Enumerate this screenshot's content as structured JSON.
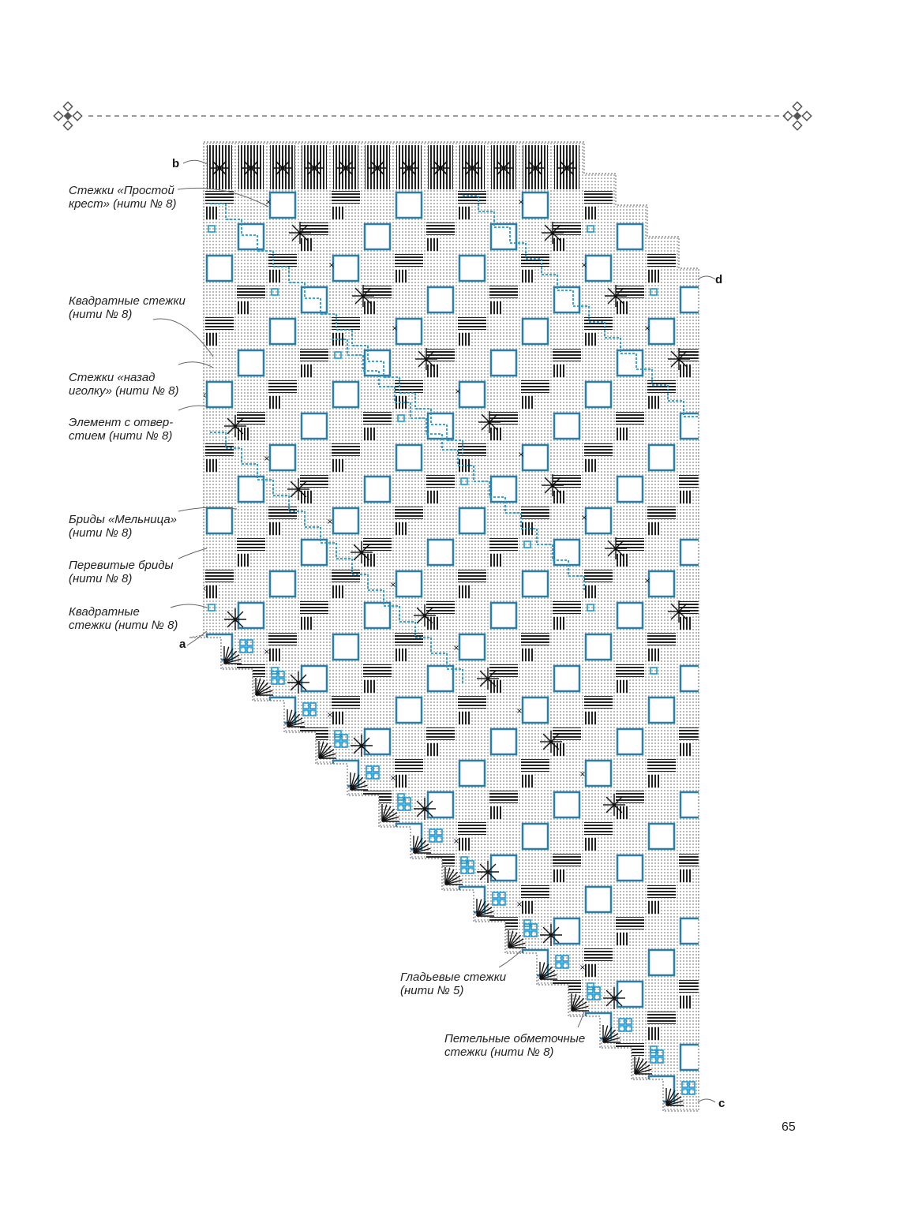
{
  "page": {
    "number": "65",
    "accent_color": "#1a9ad6",
    "border_accent_color": "#2a7fa6",
    "header_ornament": [
      "diamond-ornament-icon",
      "diamond-ornament-icon"
    ]
  },
  "labels": [
    {
      "id": "simple-cross",
      "lines": [
        "Стежки «Простой",
        "крест» (нити № 8)"
      ]
    },
    {
      "id": "square-top",
      "lines": [
        "Квадратные стежки",
        "(нити № 8)"
      ]
    },
    {
      "id": "backstitch",
      "lines": [
        "Стежки «назад",
        "иголку» (нити № 8)"
      ]
    },
    {
      "id": "eyelet",
      "lines": [
        "Элемент с отвер-",
        "стием (нити № 8)"
      ]
    },
    {
      "id": "windmill",
      "lines": [
        "Бриды «Мельница»",
        "(нити № 8)"
      ]
    },
    {
      "id": "twisted-bars",
      "lines": [
        "Перевитые бриды",
        "(нити № 8)"
      ]
    },
    {
      "id": "square-bottom",
      "lines": [
        "Квадратные",
        "стежки (нити № 8)"
      ]
    },
    {
      "id": "satin",
      "lines": [
        "Гладьевые стежки",
        "(нити № 5)"
      ]
    },
    {
      "id": "buttonhole",
      "lines": [
        "Петельные обметочные",
        "стежки (нити № 8)"
      ]
    }
  ],
  "points": {
    "a": "a",
    "b": "b",
    "c": "c",
    "d": "d"
  }
}
